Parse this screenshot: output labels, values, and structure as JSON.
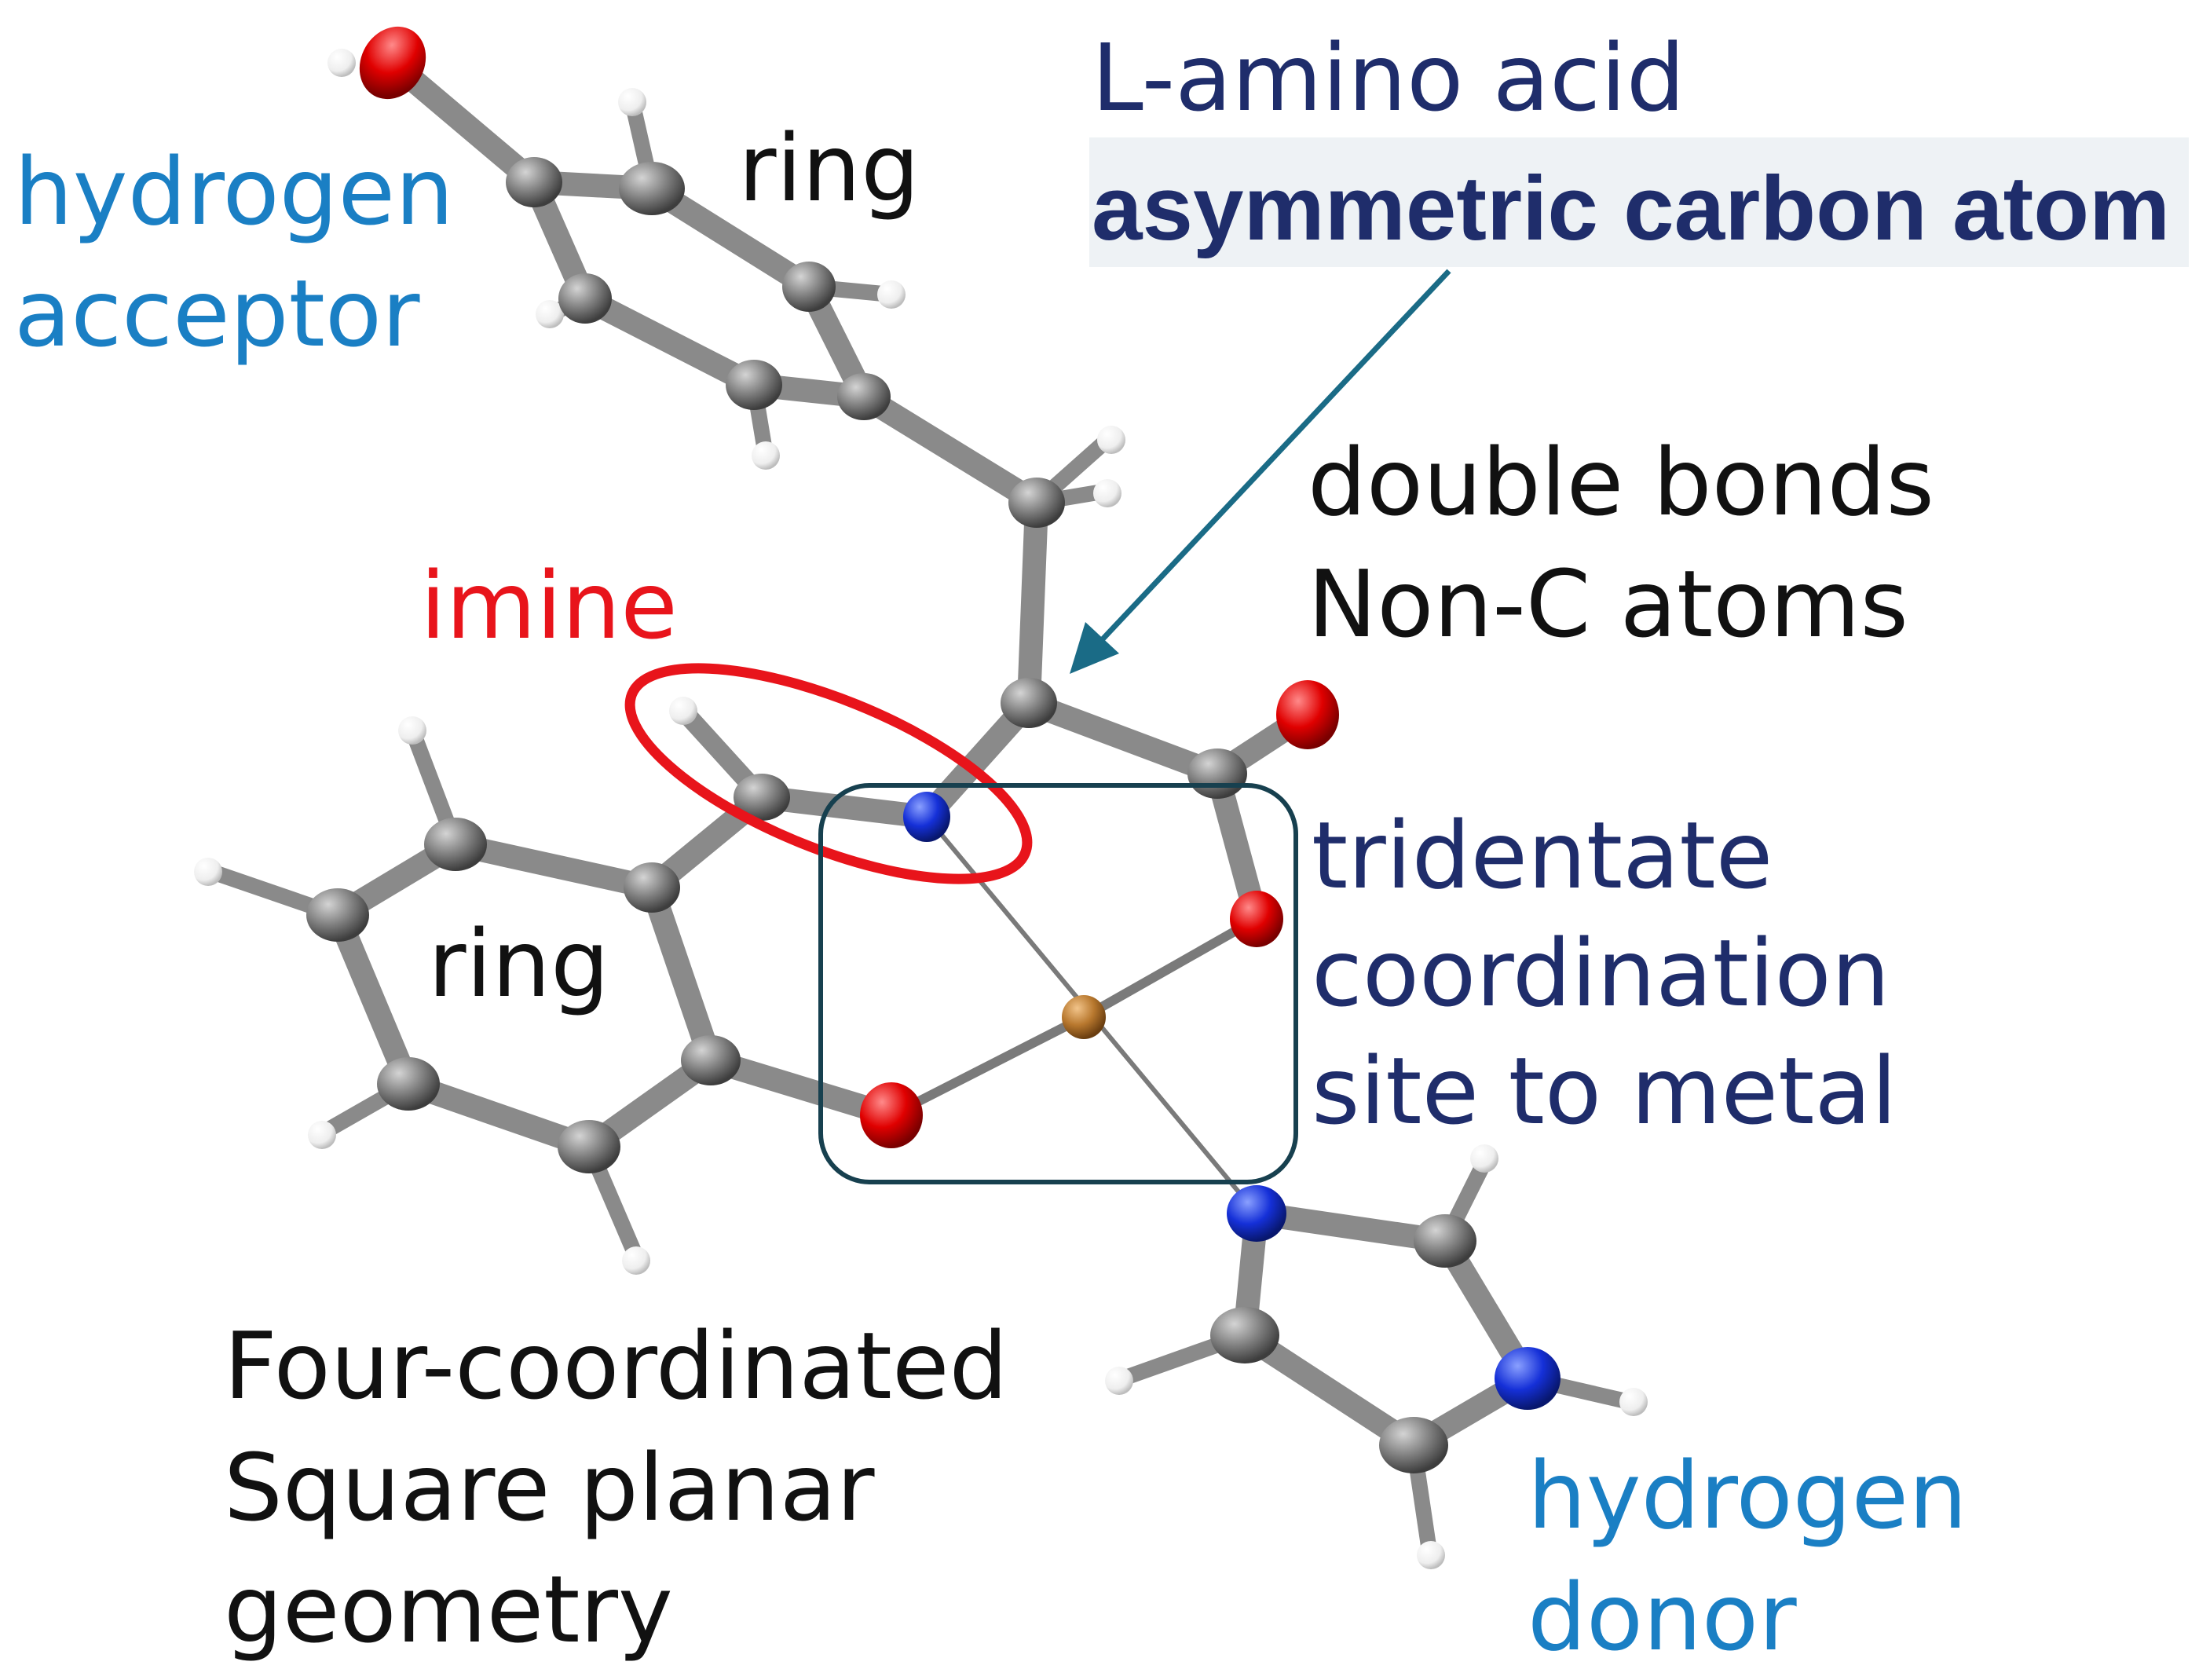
{
  "labels": {
    "hydrogen_acceptor": [
      "hydrogen",
      "acceptor"
    ],
    "ring_top": "ring",
    "l_amino_acid": "L-amino acid",
    "asymmetric_carbon": "asymmetric carbon atom",
    "double_bonds": [
      "double bonds",
      "Non-C atoms"
    ],
    "imine": "imine",
    "tridentate": [
      "tridentate",
      "coordination",
      "site to metal"
    ],
    "ring_bottom": "ring",
    "four_coordinated": [
      "Four-coordinated",
      "Square planar",
      "geometry"
    ],
    "hydrogen_donor": [
      "hydrogen",
      "donor"
    ]
  },
  "colors": {
    "light_blue": "#1a7fc4",
    "dark_navy": "#1f2d6b",
    "black": "#111111",
    "red": "#e8141b",
    "teal_arrow": "#1a6b86",
    "box": "#17404f",
    "carbon": "#7d7d7d",
    "oxygen": "#e00000",
    "nitrogen": "#1530d8",
    "metal": "#b8782e",
    "hydrogen": "#f2f2f2",
    "highlight_bg": "#eef2f5"
  }
}
